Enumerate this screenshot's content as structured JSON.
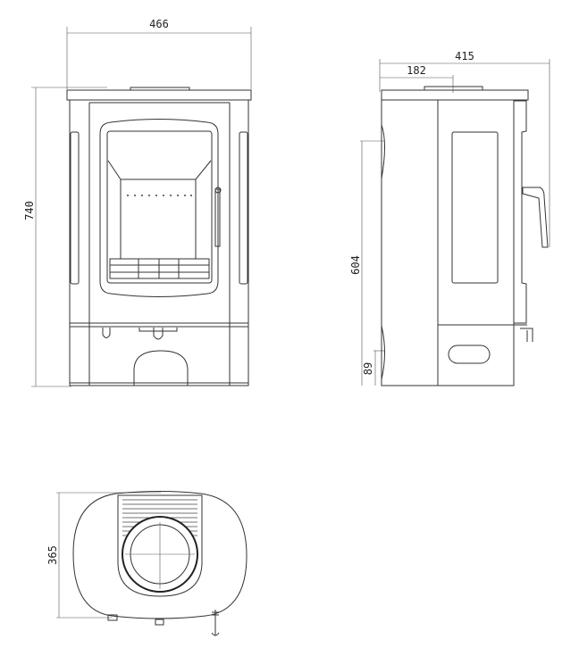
{
  "title": "Stove dimension drawing",
  "views": {
    "front": {
      "width_label": "466",
      "height_label": "740"
    },
    "side": {
      "depth_label": "415",
      "flue_offset_label": "182",
      "flue_height_label": "604",
      "base_height_label": "89"
    },
    "top": {
      "depth_label": "365"
    }
  }
}
